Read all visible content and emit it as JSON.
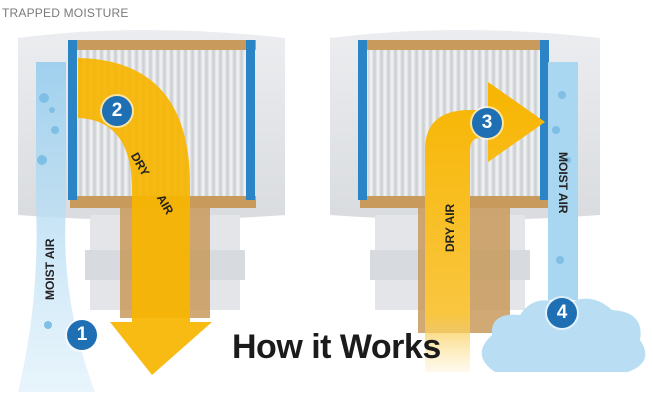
{
  "caption": "TRAPPED MOISTURE",
  "title": "How it Works",
  "labels": {
    "moist_air_left": "MOIST AIR",
    "dry_air_left_1": "DRY",
    "dry_air_left_2": "AIR",
    "dry_air_right": "DRY AIR",
    "moist_air_right": "MOIST AIR"
  },
  "steps": [
    "1",
    "2",
    "3",
    "4"
  ],
  "colors": {
    "dry_arrow": "#f7b500",
    "moist_flow": "#a9d6f0",
    "badge": "#1f6fb5",
    "wood": "#c89a5c",
    "frame_blue": "#2a84c6"
  }
}
